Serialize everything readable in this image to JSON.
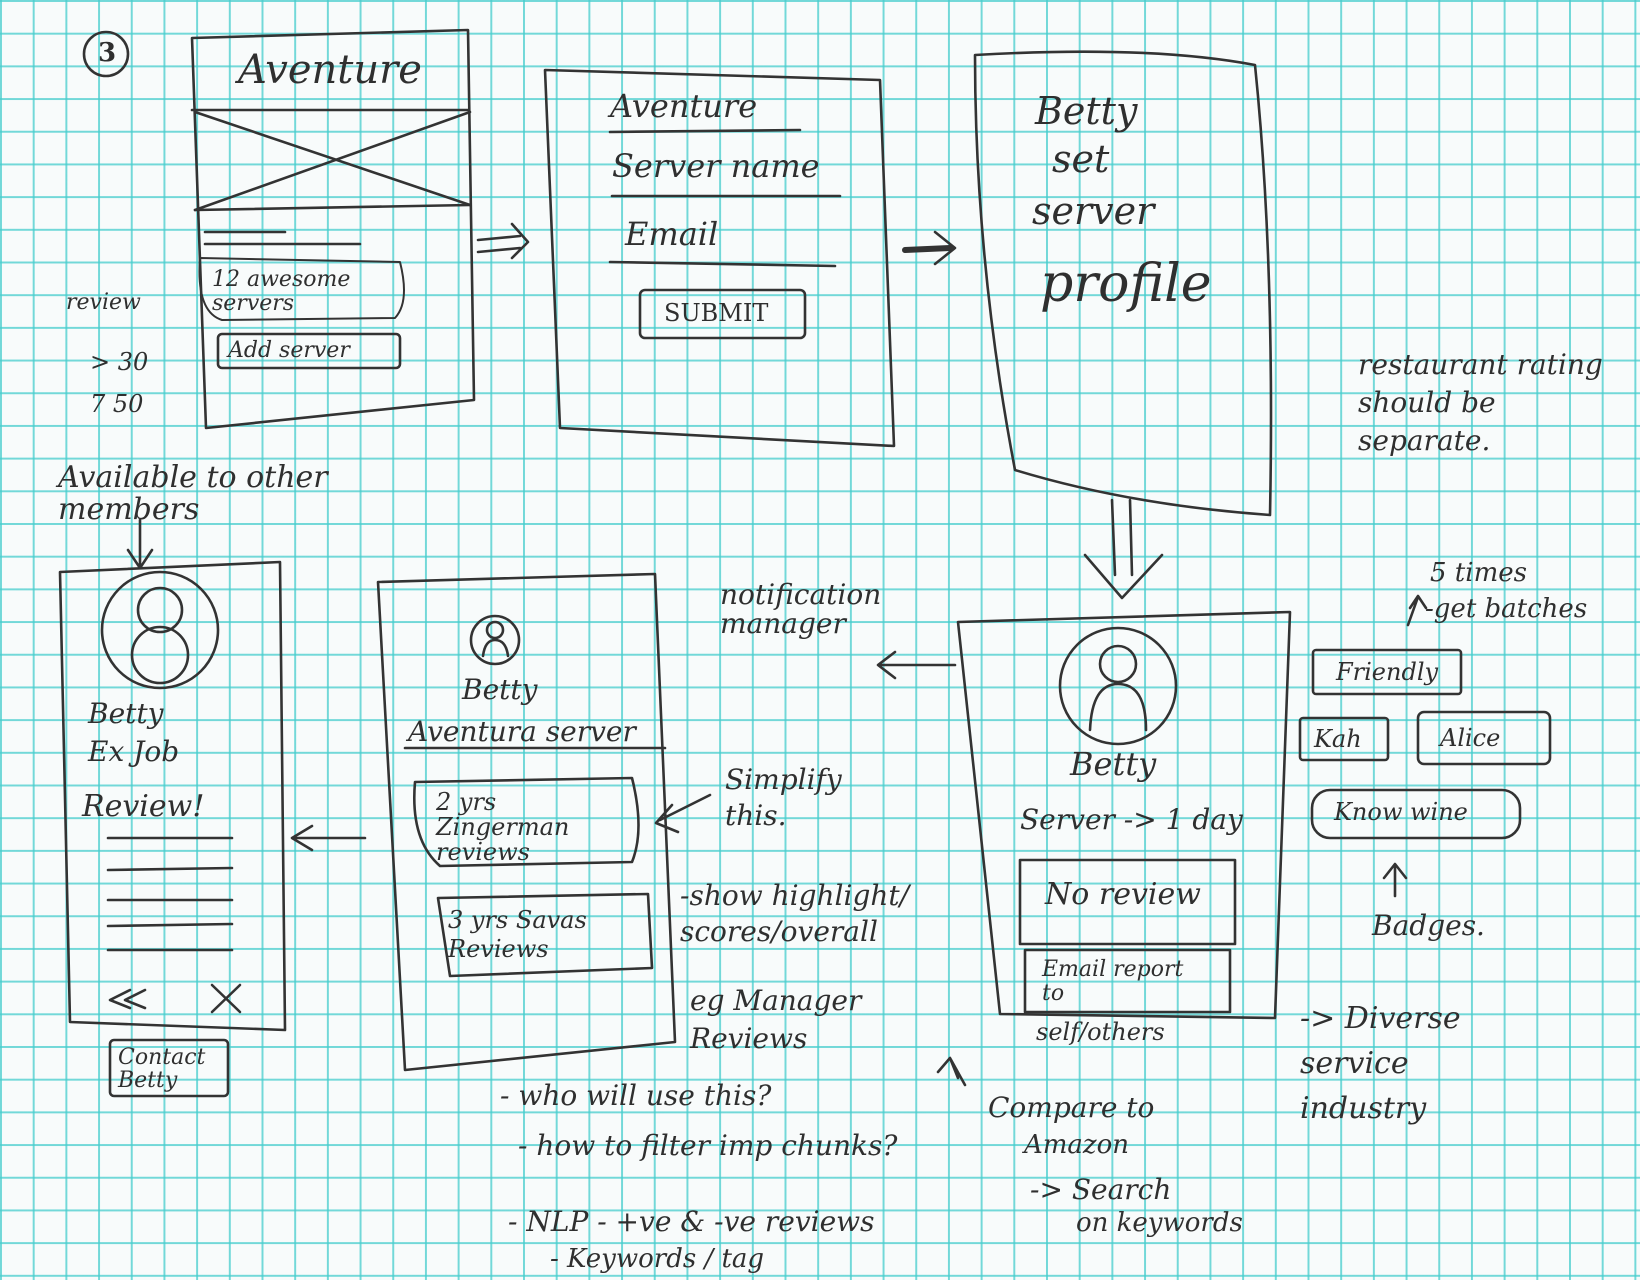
{
  "page_number": "3",
  "screen1": {
    "title": "Aventure",
    "card_text": "12 awesome servers",
    "add_button": "Add server"
  },
  "notes_left": {
    "review": "review",
    "n1": "> 30",
    "n2": "7 50",
    "available": "Available to other members"
  },
  "screen2": {
    "title": "Aventure",
    "server_name": "Server name",
    "email": "Email",
    "submit": "SUBMIT"
  },
  "screen3": {
    "line1": "Betty",
    "line2": "set",
    "line3": "server",
    "line4": "profile"
  },
  "note_restaurant": "restaurant rating should be separate.",
  "profile_card": {
    "name": "Betty",
    "role": "Server -> 1 day",
    "review_box": "No review",
    "email_button": "Email report to",
    "email_sub": "self/others"
  },
  "notification_note": "notification manager",
  "badges": {
    "note_line1": "5 times",
    "note_line2": "-get batches",
    "items": [
      "Friendly",
      "Kah",
      "Alice",
      "Know wine"
    ],
    "label": "Badges."
  },
  "diverse": "-> Diverse service industry",
  "screen5": {
    "name": "Betty",
    "subtitle": "Aventura server",
    "item1": "2 yrs Zingerman reviews",
    "item2": "3 yrs Savas Reviews"
  },
  "notes_mid": {
    "simplify": "Simplify this.",
    "highlight": "-show highlight/ scores/overall",
    "eg": "eg Manager Reviews"
  },
  "screen6": {
    "name": "Betty",
    "exjob": "Ex Job",
    "review": "Review!",
    "contact_button": "Contact Betty"
  },
  "questions": {
    "q1": "- who will use this?",
    "q2": "- how to filter imp chunks?",
    "q3": "- NLP - +ve & -ve reviews",
    "q4": "- Keywords / tag"
  },
  "compare": {
    "line1": "Compare to",
    "line2": "Amazon",
    "search1": "-> Search",
    "search2": "on keywords"
  }
}
